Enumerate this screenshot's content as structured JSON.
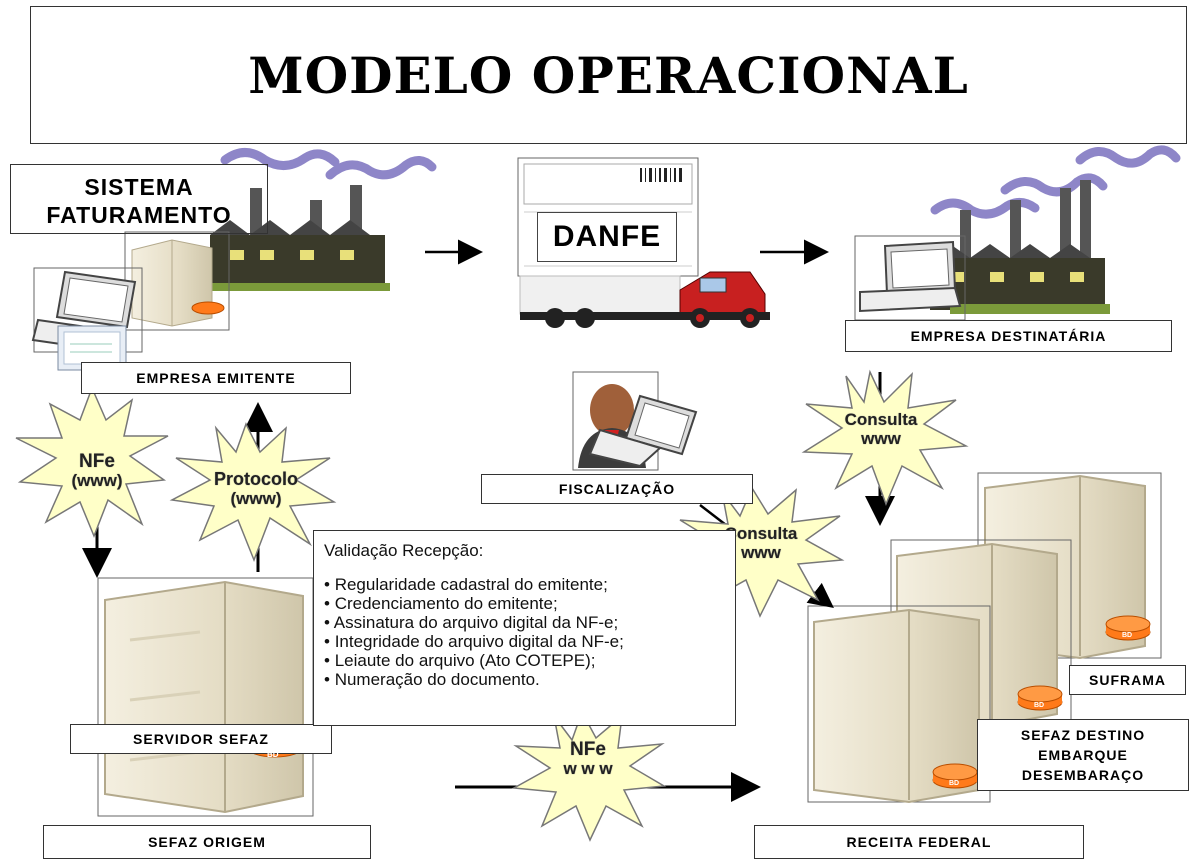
{
  "title": "MODELO OPERACIONAL",
  "sistema": {
    "line1": "SISTEMA",
    "line2": "FATURAMENTO"
  },
  "danfe": "DANFE",
  "labels": {
    "emitente": "EMPRESA EMITENTE",
    "destinataria": "EMPRESA DESTINATÁRIA",
    "fiscalizacao": "FISCALIZAÇÃO",
    "servidor": "SERVIDOR SEFAZ",
    "sefaz_origem": "SEFAZ ORIGEM",
    "receita": "RECEITA FEDERAL",
    "suframa": "SUFRAMA",
    "sefaz_destino": [
      "SEFAZ DESTINO",
      "EMBARQUE",
      "DESEMBARAÇO"
    ],
    "bd": "BD"
  },
  "stars": {
    "nfe_left": [
      "NFe",
      "(www)"
    ],
    "protocolo": [
      "Protocolo",
      "(www)"
    ],
    "consulta_right": [
      "Consulta",
      "www"
    ],
    "consulta_mid": [
      "Consulta",
      "www"
    ],
    "nfe_bottom": [
      "NFe",
      "w w w"
    ]
  },
  "validacao": {
    "heading": "Validação Recepção:",
    "items": [
      "Regularidade cadastral do emitente;",
      "Credenciamento do emitente;",
      "Assinatura do arquivo digital da NF-e;",
      "Integridade do arquivo digital da NF-e;",
      "Leiaute do arquivo (Ato COTEPE);",
      "Numeração do documento."
    ]
  },
  "colors": {
    "star_fill": "#ffffc8",
    "star_stroke": "#777777",
    "server_fill": "#eae3cf",
    "disk_fill": "#ff7a1a",
    "smoke": "#8e86c8"
  }
}
